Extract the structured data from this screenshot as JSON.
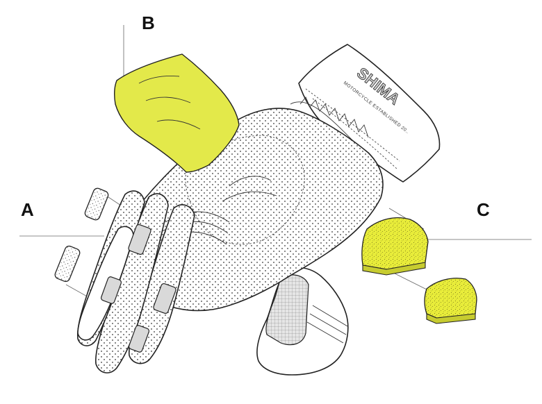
{
  "labels": {
    "a": "A",
    "b": "B",
    "c": "C"
  },
  "glove": {
    "brand": "SHIMA",
    "tagline": "MOTORCYCLE ESTABLISHED 20.."
  },
  "colors": {
    "pad_yellow": "#e3e94a",
    "foam_yellow": "#e8ec3a",
    "outline": "#222222"
  }
}
